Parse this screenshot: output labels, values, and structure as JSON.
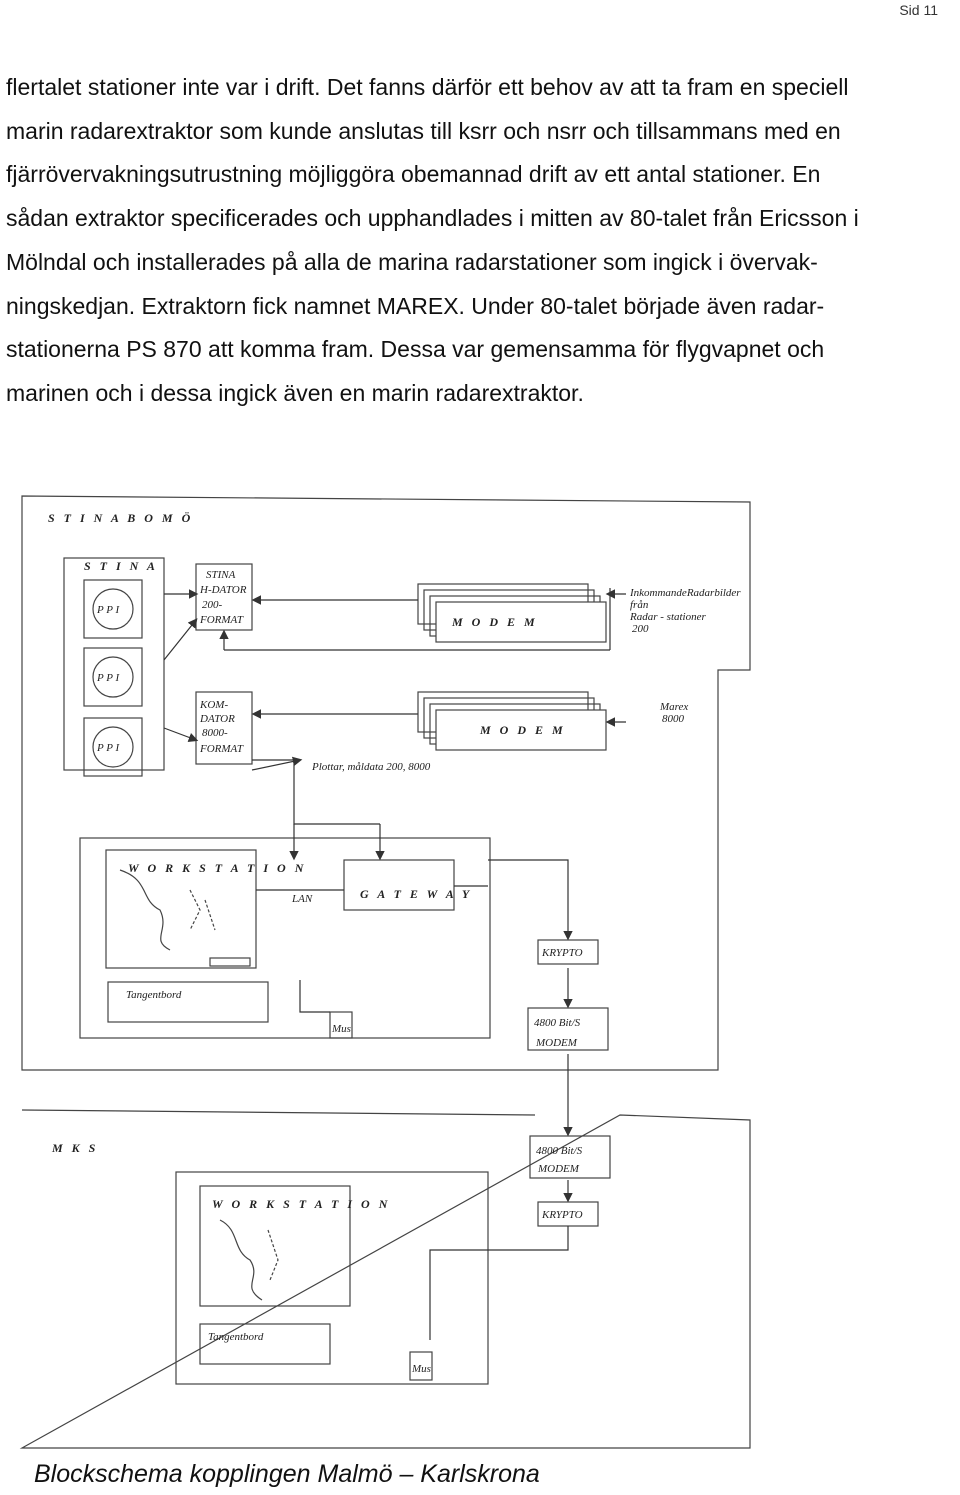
{
  "page": {
    "number": "Sid 11"
  },
  "body_lines": [
    "flertalet stationer inte var i drift. Det fanns därför ett behov av att ta fram en speciell",
    "marin radarextraktor som kunde anslutas till ksrr och nsrr och tillsammans med en",
    "fjärrövervakningsutrustning möjliggöra obemannad drift av ett antal stationer. En",
    "sådan extraktor specificerades och upphandlades i mitten av 80-talet från Ericsson i",
    "Mölndal och installerades på alla de marina radarstationer som ingick i övervak-",
    "ningskedjan. Extraktorn fick namnet MAREX. Under 80-talet började även radar-",
    "stationerna PS 870 att komma fram. Dessa var gemensamma för flygvapnet och",
    "marinen och i dessa ingick även en marin radarextraktor."
  ],
  "diagram": {
    "top_title": "S T I N A     B O M Ö",
    "stina_label": "S T I N A",
    "ppi_label": "P P I",
    "stina_hdator": [
      "STINA",
      "H-DATOR",
      "200-",
      "FORMAT"
    ],
    "komdator": [
      "KOM-",
      "DATOR",
      "8000-",
      "FORMAT"
    ],
    "modem_label": "M O D E M",
    "incoming": [
      "InkommandeRadarbilder",
      "från",
      "Radar - stationer",
      "200"
    ],
    "marex": [
      "Marex",
      "8000"
    ],
    "plottar": "Plottar, måldata 200, 8000",
    "workstation": "W O R K S T A T I O N",
    "lan": "LAN",
    "gateway": "G A T E W A Y",
    "tangentbord": "Tangentbord",
    "mus": "Mus",
    "krypto": "KRYPTO",
    "modem_4800": [
      "4800 Bit/S",
      "MODEM"
    ],
    "mks_title": "M  K  S"
  },
  "caption": "Blockschema kopplingen Malmö – Karlskrona"
}
